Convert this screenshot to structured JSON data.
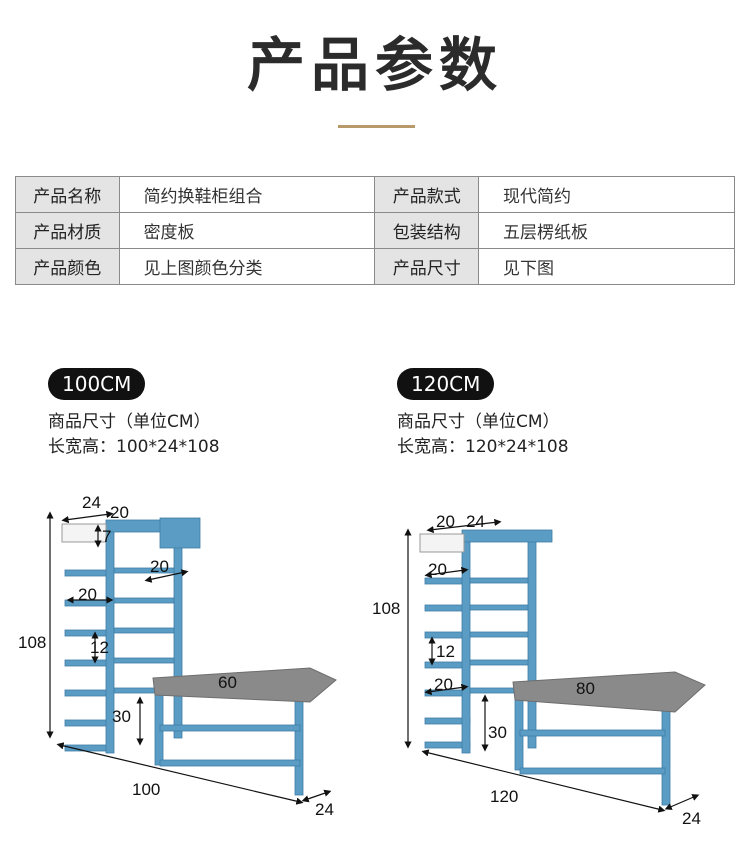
{
  "page": {
    "title": "产品参数",
    "accent_color": "#b89a6a"
  },
  "spec_table": {
    "rows": [
      [
        {
          "label": "产品名称",
          "value": "简约换鞋柜组合"
        },
        {
          "label": "产品款式",
          "value": "现代简约"
        }
      ],
      [
        {
          "label": "产品材质",
          "value": "密度板"
        },
        {
          "label": "包装结构",
          "value": "五层楞纸板"
        }
      ],
      [
        {
          "label": "产品颜色",
          "value": "见上图颜色分类"
        },
        {
          "label": "产品尺寸",
          "value": "见下图"
        }
      ]
    ]
  },
  "variants": [
    {
      "badge": "100CM",
      "size_label": "商品尺寸（单位CM）",
      "dims_text": "长宽高：100*24*108",
      "dims": {
        "height": "108",
        "depth_top": "24",
        "tower_width": "20",
        "drawer_height": "7",
        "shelf_depth": "20",
        "side_shelf_depth": "20",
        "shelf_gap": "12",
        "bench_width": "60",
        "bench_height": "30",
        "total_width": "100",
        "depth": "24"
      }
    },
    {
      "badge": "120CM",
      "size_label": "商品尺寸（单位CM）",
      "dims_text": "长宽高：120*24*108",
      "dims": {
        "height": "108",
        "tower_width": "20",
        "depth_top": "24",
        "side_shelf_depth": "20",
        "shelf_gap": "12",
        "lower_shelf_depth": "20",
        "bench_width": "80",
        "bench_height": "30",
        "total_width": "120",
        "depth": "24"
      }
    }
  ],
  "colors": {
    "badge_bg": "#111111",
    "cabinet_blue": "#5b9cc4",
    "cabinet_blue_dark": "#3e7ea8",
    "cushion_gray": "#8a8a8a",
    "table_label_bg": "#e4e4e4"
  }
}
